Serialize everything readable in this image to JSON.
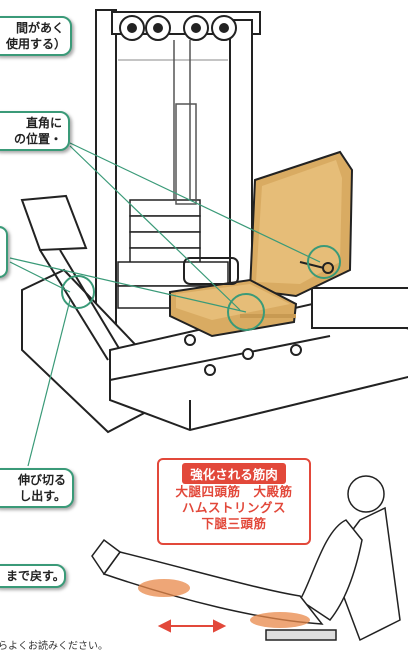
{
  "callouts": [
    {
      "lines": [
        "間があく",
        "使用する）"
      ]
    },
    {
      "lines": [
        "直角に",
        "の位置・"
      ]
    },
    {
      "lines": []
    },
    {
      "lines": [
        "伸び切る",
        "し出す。"
      ]
    },
    {
      "lines": [
        "まで戻す。"
      ]
    }
  ],
  "muscles": {
    "title": "強化される筋肉",
    "items": [
      "大腿四頭筋　大殿筋",
      "ハムストリングス",
      "下腿三頭筋"
    ]
  },
  "footnote": "らよくお読みください。",
  "colors": {
    "callout_border": "#3a9a78",
    "muscle_accent": "#e2483a",
    "seat_pad": "#d9ab62"
  }
}
